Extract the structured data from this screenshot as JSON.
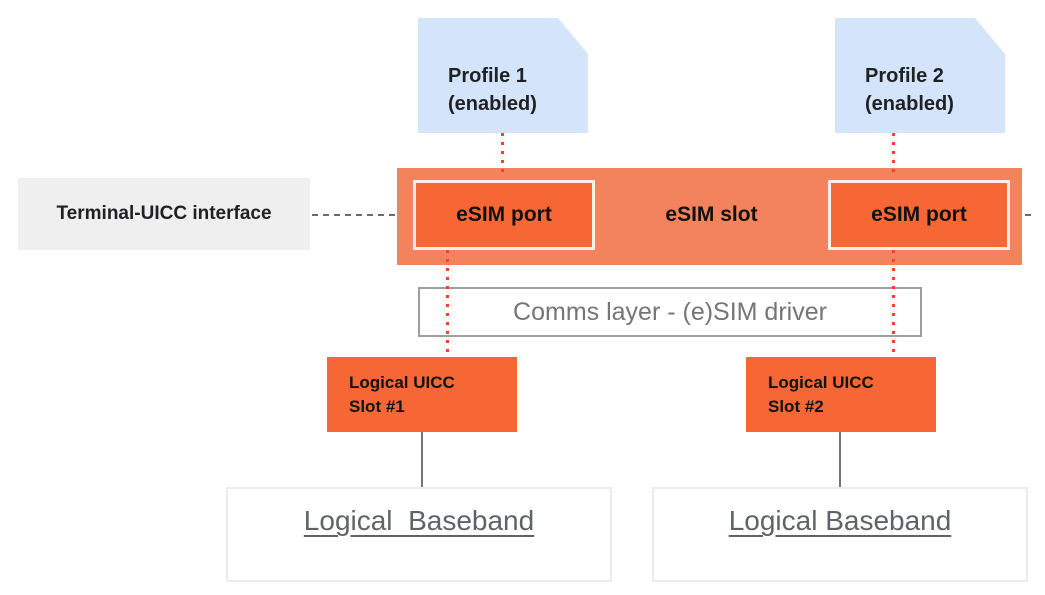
{
  "profiles": [
    {
      "title": "Profile 1",
      "status": "(enabled)"
    },
    {
      "title": "Profile 2",
      "status": "(enabled)"
    }
  ],
  "terminal_interface": {
    "label": "Terminal-UICC interface"
  },
  "esim_slot": {
    "label": "eSIM slot",
    "ports": [
      {
        "label": "eSIM port"
      },
      {
        "label": "eSIM port"
      }
    ]
  },
  "comms_layer": {
    "label": "Comms layer - (e)SIM driver"
  },
  "logical_uicc_slots": [
    {
      "line1": "Logical UICC",
      "line2": "Slot #1"
    },
    {
      "line1": "Logical UICC",
      "line2": "Slot #2"
    }
  ],
  "basebands": [
    {
      "label": "Logical  Baseband"
    },
    {
      "label": "Logical Baseband"
    }
  ],
  "colors": {
    "profile_fill": "#d4e5fb",
    "slot_fill": "#f2835c",
    "port_fill": "#f66735",
    "uicc_fill": "#f66735",
    "terminal_fill": "#efefef",
    "dotted_red": "#f9412a",
    "dash_gray": "#6b6b6b",
    "connector_gray": "#757575",
    "comms_border": "#9e9e9e",
    "comms_text": "#757575",
    "baseband_border": "#ececec",
    "baseband_text": "#5f6368",
    "text_dark": "#202124"
  }
}
